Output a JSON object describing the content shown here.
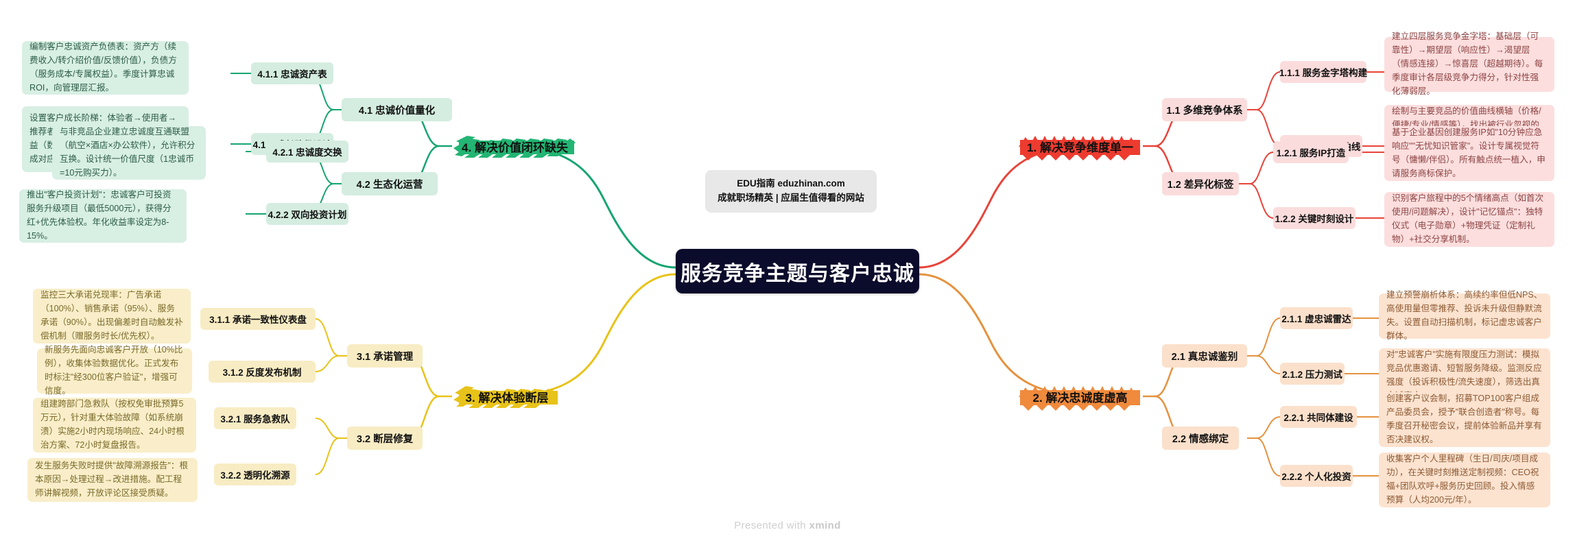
{
  "root": {
    "title": "服务竞争主题与客户忠诚"
  },
  "credit": {
    "line1": "EDU指南  eduzhinan.com",
    "line2": "成就职场精英 | 应届生值得看的网站"
  },
  "watermark": {
    "prefix": "Presented with ",
    "brand": "xmind"
  },
  "colors": {
    "root_bg": "#0b0b2b",
    "green": "#16a571",
    "red": "#e8443a",
    "yellow": "#e8c319",
    "orange": "#e5923f"
  },
  "branches": [
    {
      "id": "b1",
      "color_key": "red",
      "label": "1. 解决竞争维度单一",
      "subs": [
        {
          "label": "1.1 多维竞争体系",
          "children": [
            {
              "label": "1.1.1 服务金字塔构建",
              "leaf": "建立四层服务竞争金字塔：基础层（可靠性）→期望层（响应性）→渴望层（情感连接）→惊喜层（超越期待）。每季度审计各层级竞争力得分，针对性强化薄弱层。"
            },
            {
              "label": "1.1.2 蓝海价值曲线",
              "leaf": "绘制与主要竞品的价值曲线横轴（价格/便捷/专业/情感等），找出被行业忽视的要素（如\"售后教育\"）。集中资源打造独特峰值，降低非关键投入。"
            }
          ]
        },
        {
          "label": "1.2 差异化标签",
          "children": [
            {
              "label": "1.2.1 服务IP打造",
              "leaf": "基于企业基因创建服务IP如\"10分钟应急响应\"\"无忧知识管家\"。设计专属视觉符号（慵懒/伴侣）。所有触点统一植入，申请服务商标保护。"
            },
            {
              "label": "1.2.2 关键时刻设计",
              "leaf": "识别客户旅程中的5个情绪高点（如首次使用/问题解决），设计\"记忆锚点\"：独特仪式（电子勋章）+物理凭证（定制礼物）+社交分享机制。"
            }
          ]
        }
      ]
    },
    {
      "id": "b2",
      "color_key": "orange",
      "label": "2. 解决忠诚度虚高",
      "subs": [
        {
          "label": "2.1 真忠诚鉴别",
          "children": [
            {
              "label": "2.1.1 虚忠诚雷达",
              "leaf": "建立预警崩析体系：高续约率但低NPS、高使用量但零推荐、投诉未升级但静默流失。设置自动扫描机制，标记虚忠诚客户群体。"
            },
            {
              "label": "2.1.2 压力测试",
              "leaf": "对\"忠诚客户\"实施有限度压力测试：模拟竞品优惠邀请、短暂服务降级。监测反应强度（投诉积极性/流失速度），筛选出真忠诚客户。"
            }
          ]
        },
        {
          "label": "2.2 情感绑定",
          "children": [
            {
              "label": "2.2.1 共同体建设",
              "leaf": "创建客户议会制，招募TOP100客户组成产品委员会，授予\"联合创造者\"称号。每季度召开秘密会议，提前体验新品并享有否决建议权。"
            },
            {
              "label": "2.2.2 个人化投资",
              "leaf": "收集客户个人里程碑（生日/司庆/项目成功），在关键时刻推送定制视频：CEO祝福+团队欢呼+服务历史回顾。投入情感预算（人均200元/年）。"
            }
          ]
        }
      ]
    },
    {
      "id": "b3",
      "color_key": "yellow",
      "label": "3. 解决体验断层",
      "subs": [
        {
          "label": "3.1 承诺管理",
          "children": [
            {
              "label": "3.1.1 承诺一致性仪表盘",
              "leaf": "监控三大承诺兑现率：广告承诺（100%）、销售承诺（95%）、服务承诺（90%）。出现偏差时自动触发补偿机制（赠服务时长/优先权）。"
            },
            {
              "label": "3.1.2 反度发布机制",
              "leaf": "新服务先面向忠诚客户开放（10%比例），收集体验数据优化。正式发布时标注\"经300位客户验证\"，增强可信度。"
            }
          ]
        },
        {
          "label": "3.2 断层修复",
          "children": [
            {
              "label": "3.2.1 服务急救队",
              "leaf": "组建跨部门急救队（按权免审批预算5万元），针对重大体验故障（如系统崩溃）实施2小时内现场响应、24小时根治方案、72小时复盘报告。"
            },
            {
              "label": "3.2.2 透明化溯源",
              "leaf": "发生服务失败时提供\"故障溯源报告\"：根本原因→处理过程→改进措施。配工程师讲解视频，开放评论区接受质疑。"
            }
          ]
        }
      ]
    },
    {
      "id": "b4",
      "color_key": "green",
      "label": "4. 解决价值闭环缺失",
      "subs": [
        {
          "label": "4.1 忠诚价值量化",
          "children": [
            {
              "label": "4.1.1 忠诚资产表",
              "leaf": "编制客户忠诚资产负债表：资产方（续费收入/转介绍价值/反馈价值），负债方（服务成本/专属权益）。季度计算忠诚ROI，向管理层汇报。"
            },
            {
              "label": "4.1.2 成长路径设计",
              "leaf": "设置客户成长阶梯：体验者→使用者→推荐者→共创者。每晋升一级解锁新权益（数据智库/联合品牌露出），需要完成对应任务（推荐3人/提交建议）。"
            }
          ]
        },
        {
          "label": "4.2 生态化运营",
          "children": [
            {
              "label": "4.2.1 忠诚度交换",
              "leaf": "与非竞品企业建立忠诚度互通联盟（航空×酒店×办公软件），允许积分互换。设计统一价值尺度（1忠诚币=10元购买力）。"
            },
            {
              "label": "4.2.2 双向投资计划",
              "leaf": "推出\"客户投资计划\"：忠诚客户可投资服务升级项目（最低5000元），获得分红+优先体验权。年化收益率设定为8-15%。"
            }
          ]
        }
      ]
    }
  ]
}
